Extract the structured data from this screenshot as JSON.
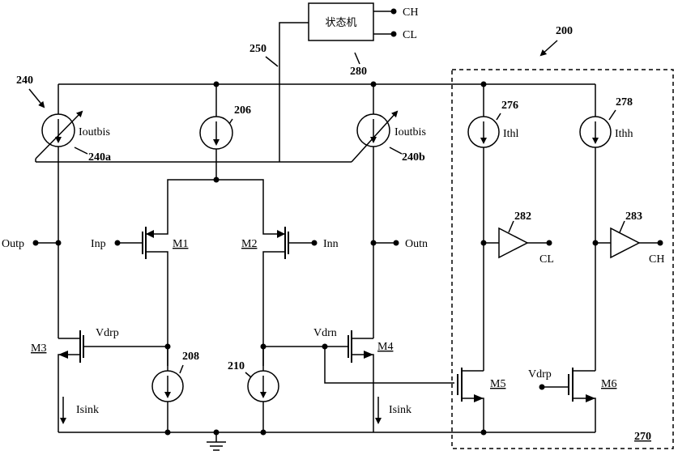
{
  "state_machine": {
    "label": "状态机",
    "ref": "280",
    "out_high": "CH",
    "out_low": "CL"
  },
  "refs": {
    "r200": "200",
    "r240": "240",
    "r240a": "240a",
    "r240b": "240b",
    "r206": "206",
    "r208": "208",
    "r210": "210",
    "r250": "250",
    "r276": "276",
    "r278": "278",
    "r282": "282",
    "r283": "283",
    "r270": "270"
  },
  "labels": {
    "ioutbis_left": "Ioutbis",
    "ioutbis_right": "Ioutbis",
    "ithl": "Ithl",
    "ithh": "Ithh",
    "outp": "Outp",
    "outn": "Outn",
    "inp": "Inp",
    "inn": "Inn",
    "m1": "M1",
    "m2": "M2",
    "m3": "M3",
    "m4": "M4",
    "m5": "M5",
    "m6": "M6",
    "vdrp_left": "Vdrp",
    "vdrn": "Vdrn",
    "vdrp_right": "Vdrp",
    "isink_left": "Isink",
    "isink_right": "Isink",
    "cl_out": "CL",
    "ch_out": "CH"
  }
}
